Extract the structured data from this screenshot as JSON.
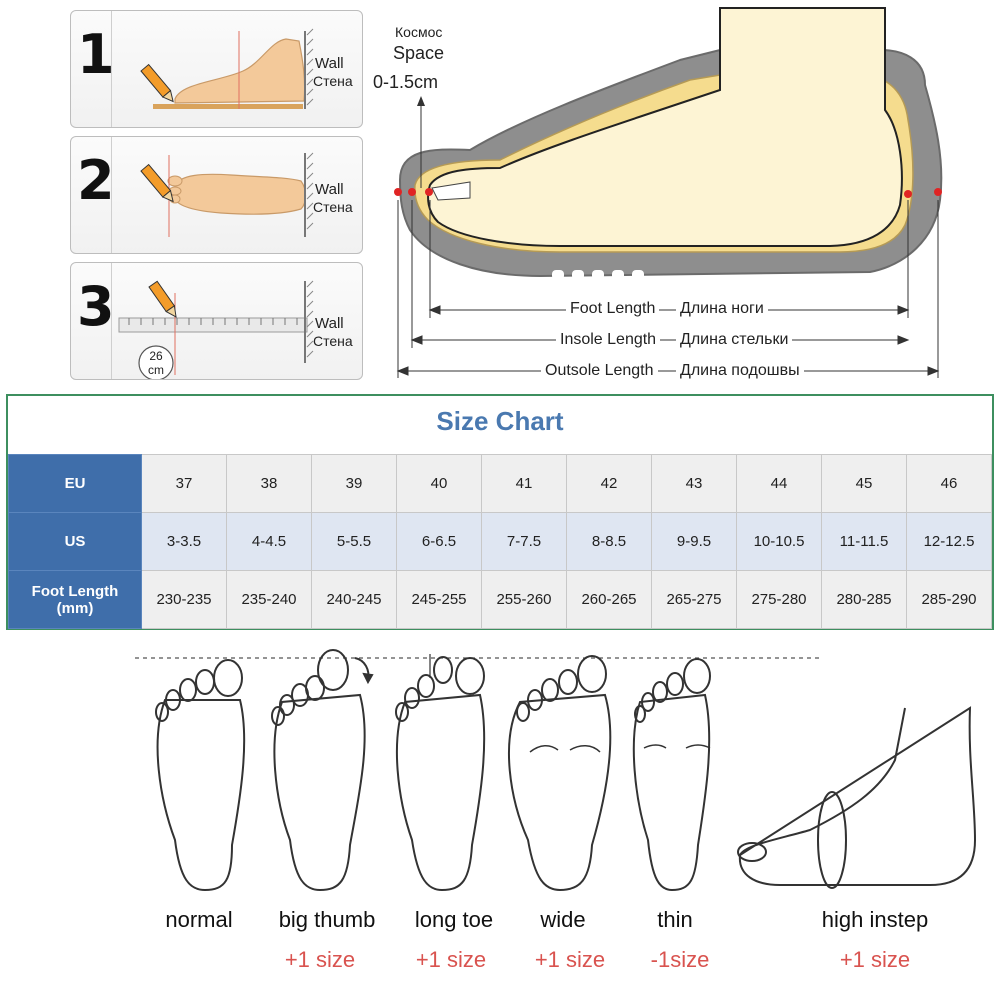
{
  "steps": [
    {
      "number": "1",
      "wall_en": "Wall",
      "wall_ru": "Стена"
    },
    {
      "number": "2",
      "wall_en": "Wall",
      "wall_ru": "Стена"
    },
    {
      "number": "3",
      "wall_en": "Wall",
      "wall_ru": "Стена",
      "ruler_value": "26",
      "ruler_unit": "cm"
    }
  ],
  "space": {
    "label_ru": "Космос",
    "label_en": "Space",
    "value": "0-1.5cm"
  },
  "dimensions": [
    {
      "en": "Foot Length",
      "ru": "Длина ноги"
    },
    {
      "en": "Insole Length",
      "ru": "Длина стельки"
    },
    {
      "en": "Outsole Length",
      "ru": "Длина подошвы"
    }
  ],
  "size_chart": {
    "title": "Size Chart",
    "rows": [
      {
        "header": "EU",
        "values": [
          "37",
          "38",
          "39",
          "40",
          "41",
          "42",
          "43",
          "44",
          "45",
          "46"
        ]
      },
      {
        "header": "US",
        "values": [
          "3-3.5",
          "4-4.5",
          "5-5.5",
          "6-6.5",
          "7-7.5",
          "8-8.5",
          "9-9.5",
          "10-10.5",
          "11-11.5",
          "12-12.5"
        ]
      },
      {
        "header": "Foot Length\n(mm)",
        "header_line1": "Foot Length",
        "header_line2": "(mm)",
        "values": [
          "230-235",
          "235-240",
          "240-245",
          "245-255",
          "255-260",
          "260-265",
          "265-275",
          "275-280",
          "280-285",
          "285-290"
        ]
      }
    ]
  },
  "foot_types": [
    {
      "name": "normal",
      "adjust": ""
    },
    {
      "name": "big thumb",
      "adjust": "+1 size"
    },
    {
      "name": "long toe",
      "adjust": "+1 size"
    },
    {
      "name": "wide",
      "adjust": "+1 size"
    },
    {
      "name": "thin",
      "adjust": "-1size"
    },
    {
      "name": "high instep",
      "adjust": "+1 size"
    }
  ],
  "colors": {
    "header_blue": "#3f6eaa",
    "title_blue": "#4a79b0",
    "border_green": "#3d8f5f",
    "adjust_red": "#d9534f",
    "foot_skin": "#f3c99a",
    "sole_gray": "#8a8a8a"
  }
}
